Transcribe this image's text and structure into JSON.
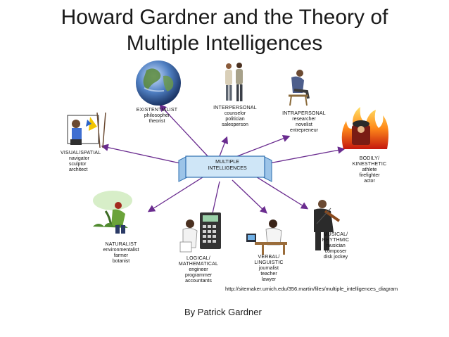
{
  "title_lines": [
    "Howard Gardner and the Theory of",
    "Multiple Intelligences"
  ],
  "center": {
    "lines": [
      "MULTIPLE",
      "INTELLIGENCES"
    ]
  },
  "intelligences": [
    {
      "id": "existentialist",
      "title": [
        "EXISTENTIALIST"
      ],
      "roles": [
        "philosopher",
        "theorist"
      ],
      "icon": "globe-icon"
    },
    {
      "id": "interpersonal",
      "title": [
        "INTERPERSONAL"
      ],
      "roles": [
        "counselor",
        "politician",
        "salesperson"
      ],
      "icon": "people-pair-icon"
    },
    {
      "id": "intrapersonal",
      "title": [
        "INTRAPERSONAL"
      ],
      "roles": [
        "researcher",
        "novelist",
        "entrepreneur"
      ],
      "icon": "thinker-icon"
    },
    {
      "id": "bodily",
      "title": [
        "BODILY/",
        "KINESTHETIC"
      ],
      "roles": [
        "athlete",
        "firefighter",
        "actor"
      ],
      "icon": "firefighter-icon"
    },
    {
      "id": "musical",
      "title": [
        "MUSICAL/",
        "RHYTHMIC"
      ],
      "roles": [
        "musician",
        "composer",
        "disk jockey"
      ],
      "icon": "violinist-icon"
    },
    {
      "id": "verbal",
      "title": [
        "VERBAL/",
        "LINGUISTIC"
      ],
      "roles": [
        "journalist",
        "teacher",
        "lawyer"
      ],
      "icon": "writer-icon"
    },
    {
      "id": "logical",
      "title": [
        "LOGICAL/",
        "MATHEMATICAL"
      ],
      "roles": [
        "engineer",
        "programmer",
        "accountants"
      ],
      "icon": "calculator-icon"
    },
    {
      "id": "naturalist",
      "title": [
        "NATURALIST"
      ],
      "roles": [
        "environmentalist",
        "farmer",
        "botanist"
      ],
      "icon": "gardener-icon"
    },
    {
      "id": "visual",
      "title": [
        "VISUAL/SPATIAL"
      ],
      "roles": [
        "navigator",
        "sculptor",
        "architect"
      ],
      "icon": "painter-icon"
    }
  ],
  "source_url": "http://sitemaker.umich.edu/356.martin/files/multiple_intelligences_diagram",
  "byline": "By Patrick Gardner",
  "colors": {
    "arrow": "#6a2c8f",
    "banner_fill": "#cfe6f7",
    "banner_stroke": "#2e6fb0"
  }
}
